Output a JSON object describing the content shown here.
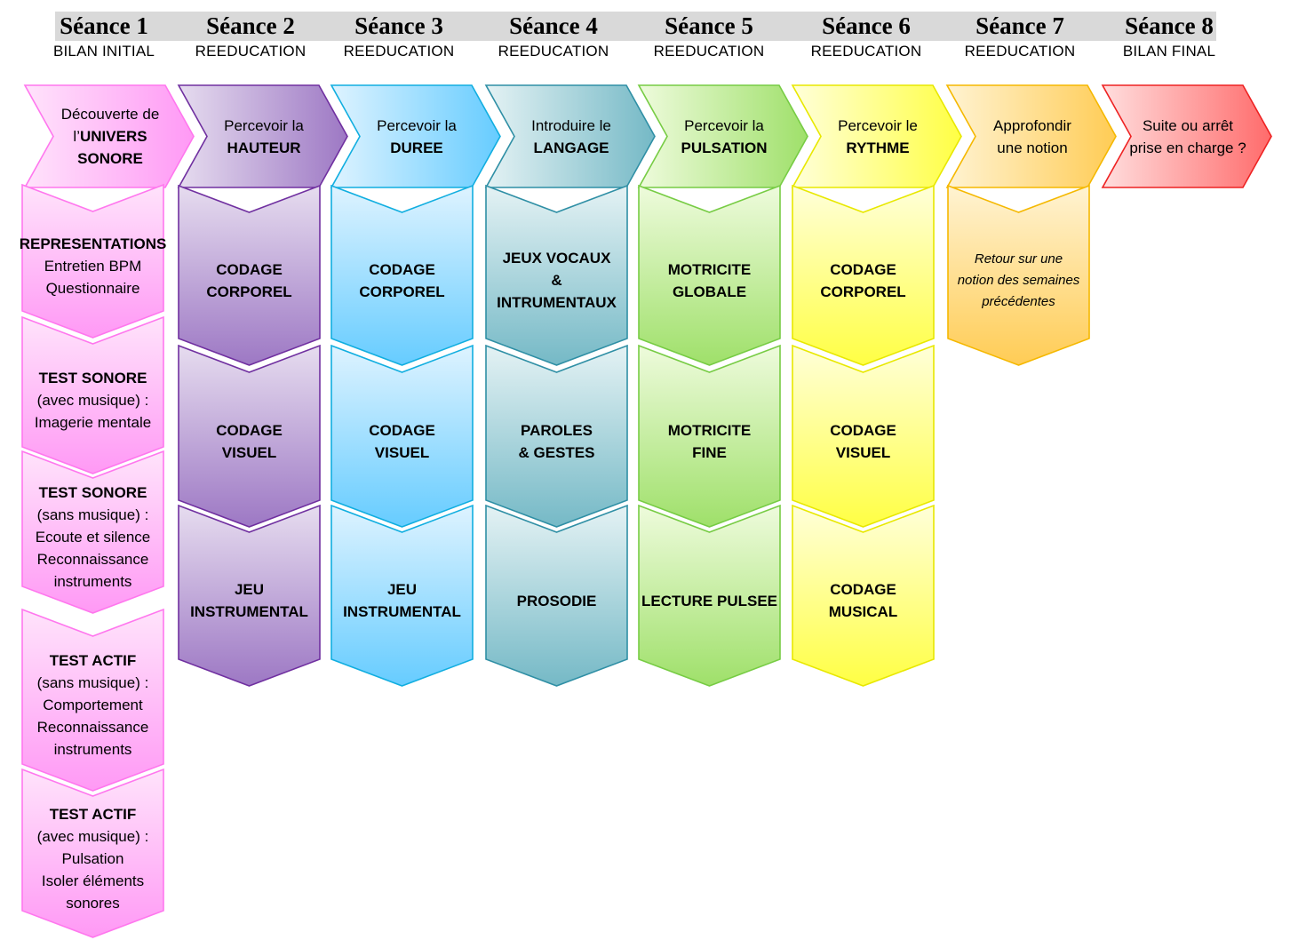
{
  "header": {
    "sessions": [
      {
        "title": "Séance 1",
        "subtitle": "BILAN INITIAL"
      },
      {
        "title": "Séance 2",
        "subtitle": "REEDUCATION"
      },
      {
        "title": "Séance 3",
        "subtitle": "REEDUCATION"
      },
      {
        "title": "Séance 4",
        "subtitle": "REEDUCATION"
      },
      {
        "title": "Séance 5",
        "subtitle": "REEDUCATION"
      },
      {
        "title": "Séance 6",
        "subtitle": "REEDUCATION"
      },
      {
        "title": "Séance 7",
        "subtitle": "REEDUCATION"
      },
      {
        "title": "Séance 8",
        "subtitle": "BILAN FINAL"
      }
    ]
  },
  "colors": {
    "pink": "#ff99ff",
    "purple": "#9966cc",
    "blue": "#66ccff",
    "teal": "#66b3c2",
    "green": "#99e066",
    "yellow": "#ffff33",
    "orange": "#ffc84d",
    "red": "#ff5a5a"
  },
  "arrows": [
    {
      "color": "pink",
      "lines": [
        {
          "t": "Découverte de",
          "s": "n"
        },
        {
          "t": "l’UNIVERS",
          "s": "mix1"
        },
        {
          "t": "SONORE",
          "s": "b"
        }
      ]
    },
    {
      "color": "purple",
      "lines": [
        {
          "t": "Percevoir la",
          "s": "n"
        },
        {
          "t": "HAUTEUR",
          "s": "b"
        }
      ]
    },
    {
      "color": "blue",
      "lines": [
        {
          "t": "Percevoir la",
          "s": "n"
        },
        {
          "t": "DUREE",
          "s": "b"
        }
      ]
    },
    {
      "color": "teal",
      "lines": [
        {
          "t": "Introduire le",
          "s": "n"
        },
        {
          "t": "LANGAGE",
          "s": "b"
        }
      ]
    },
    {
      "color": "green",
      "lines": [
        {
          "t": "Percevoir la",
          "s": "n"
        },
        {
          "t": "PULSATION",
          "s": "b"
        }
      ]
    },
    {
      "color": "yellow",
      "lines": [
        {
          "t": "Percevoir le",
          "s": "n"
        },
        {
          "t": "RYTHME",
          "s": "b"
        }
      ]
    },
    {
      "color": "orange",
      "lines": [
        {
          "t": "Approfondir",
          "s": "n"
        },
        {
          "t": "une notion",
          "s": "n"
        }
      ]
    },
    {
      "color": "red",
      "lines": [
        {
          "t": "Suite ou arrêt",
          "s": "n"
        },
        {
          "t": "prise en charge ?",
          "s": "n"
        }
      ]
    }
  ],
  "columns": [
    {
      "color": "pink",
      "blocks": [
        [
          {
            "t": "REPRESENTATIONS",
            "s": "b"
          },
          {
            "t": "Entretien BPM",
            "s": "n"
          },
          {
            "t": "Questionnaire",
            "s": "n"
          }
        ],
        [
          {
            "t": "TEST SONORE",
            "s": "b"
          },
          {
            "t": "(avec musique) :",
            "s": "n"
          },
          {
            "t": "Imagerie mentale",
            "s": "n"
          }
        ],
        [
          {
            "t": "TEST SONORE",
            "s": "b"
          },
          {
            "t": "(sans musique) :",
            "s": "n"
          },
          {
            "t": "Ecoute et silence",
            "s": "n"
          },
          {
            "t": "Reconnaissance",
            "s": "n"
          },
          {
            "t": "instruments",
            "s": "n"
          }
        ],
        [
          {
            "t": "TEST ACTIF",
            "s": "b"
          },
          {
            "t": "(sans musique) :",
            "s": "n"
          },
          {
            "t": "Comportement",
            "s": "n"
          },
          {
            "t": "Reconnaissance",
            "s": "n"
          },
          {
            "t": "instruments",
            "s": "n"
          }
        ],
        [
          {
            "t": "TEST ACTIF",
            "s": "b"
          },
          {
            "t": "(avec musique) :",
            "s": "n"
          },
          {
            "t": "Pulsation",
            "s": "n"
          },
          {
            "t": "Isoler éléments",
            "s": "n"
          },
          {
            "t": "sonores",
            "s": "n"
          }
        ]
      ]
    },
    {
      "color": "purple",
      "blocks": [
        [
          {
            "t": "CODAGE",
            "s": "b"
          },
          {
            "t": "CORPOREL",
            "s": "b"
          }
        ],
        [
          {
            "t": "CODAGE",
            "s": "b"
          },
          {
            "t": "VISUEL",
            "s": "b"
          }
        ],
        [
          {
            "t": "JEU",
            "s": "b"
          },
          {
            "t": "INSTRUMENTAL",
            "s": "b"
          }
        ]
      ]
    },
    {
      "color": "blue",
      "blocks": [
        [
          {
            "t": "CODAGE",
            "s": "b"
          },
          {
            "t": "CORPOREL",
            "s": "b"
          }
        ],
        [
          {
            "t": "CODAGE",
            "s": "b"
          },
          {
            "t": "VISUEL",
            "s": "b"
          }
        ],
        [
          {
            "t": "JEU",
            "s": "b"
          },
          {
            "t": "INSTRUMENTAL",
            "s": "b"
          }
        ]
      ]
    },
    {
      "color": "teal",
      "blocks": [
        [
          {
            "t": "JEUX VOCAUX",
            "s": "b"
          },
          {
            "t": "&",
            "s": "b"
          },
          {
            "t": "INTRUMENTAUX",
            "s": "b"
          }
        ],
        [
          {
            "t": "PAROLES",
            "s": "b"
          },
          {
            "t": "& GESTES",
            "s": "b"
          }
        ],
        [
          {
            "t": "PROSODIE",
            "s": "b"
          }
        ]
      ]
    },
    {
      "color": "green",
      "blocks": [
        [
          {
            "t": "MOTRICITE",
            "s": "b"
          },
          {
            "t": "GLOBALE",
            "s": "b"
          }
        ],
        [
          {
            "t": "MOTRICITE",
            "s": "b"
          },
          {
            "t": "FINE",
            "s": "b"
          }
        ],
        [
          {
            "t": "LECTURE PULSEE",
            "s": "b"
          }
        ]
      ]
    },
    {
      "color": "yellow",
      "blocks": [
        [
          {
            "t": "CODAGE",
            "s": "b"
          },
          {
            "t": "CORPOREL",
            "s": "b"
          }
        ],
        [
          {
            "t": "CODAGE",
            "s": "b"
          },
          {
            "t": "VISUEL",
            "s": "b"
          }
        ],
        [
          {
            "t": "CODAGE",
            "s": "b"
          },
          {
            "t": "MUSICAL",
            "s": "b"
          }
        ]
      ]
    },
    {
      "color": "orange",
      "blocks": [
        [
          {
            "t": "Retour sur une",
            "s": "i"
          },
          {
            "t": "notion des semaines",
            "s": "i"
          },
          {
            "t": "précédentes",
            "s": "i"
          }
        ]
      ]
    }
  ]
}
